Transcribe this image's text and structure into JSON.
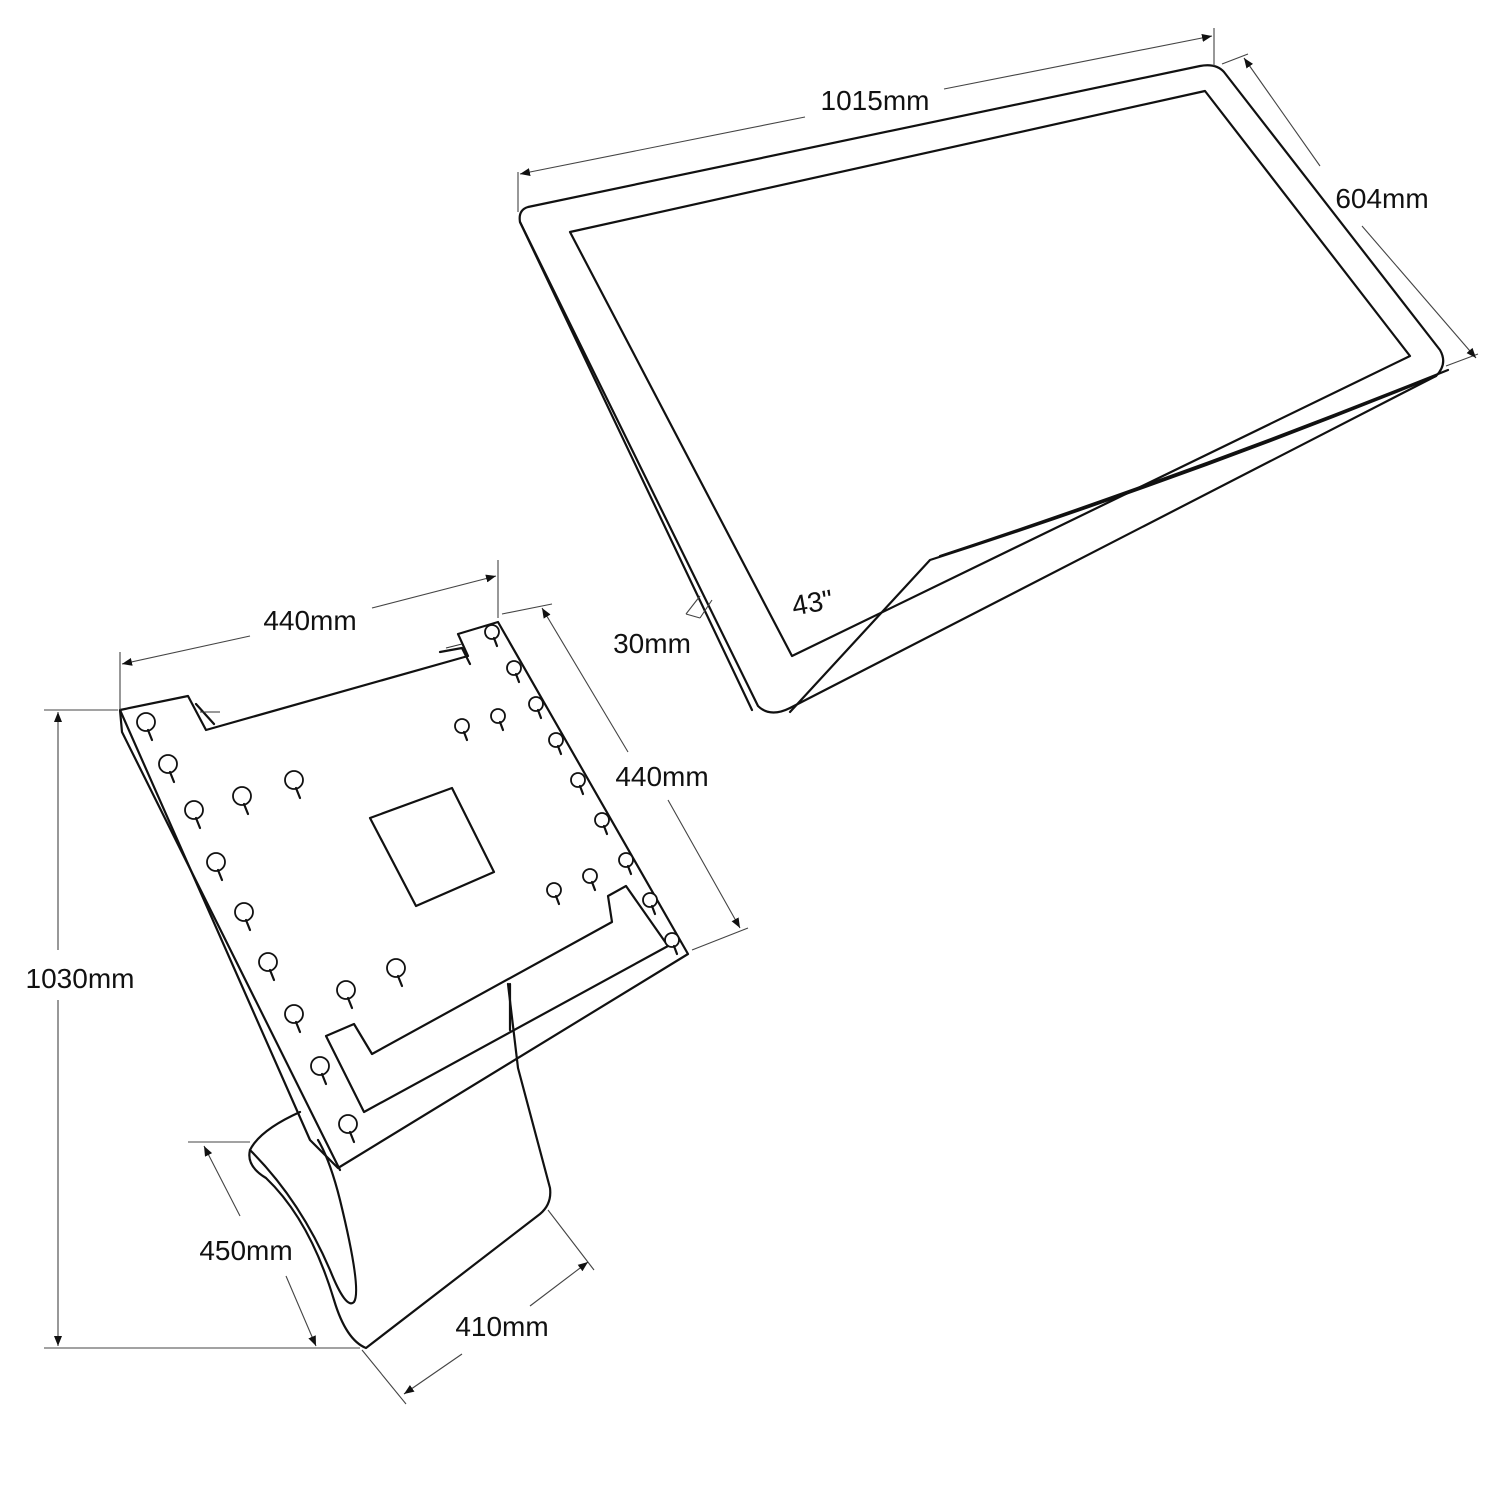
{
  "dimensions": {
    "screen_width": "1015mm",
    "screen_height": "604mm",
    "screen_depth": "30mm",
    "screen_size": "43\"",
    "plate_width": "440mm",
    "plate_height": "440mm",
    "total_height": "1030mm",
    "base_depth": "450mm",
    "base_width": "410mm"
  },
  "colors": {
    "line": "#111111",
    "background": "#ffffff"
  }
}
